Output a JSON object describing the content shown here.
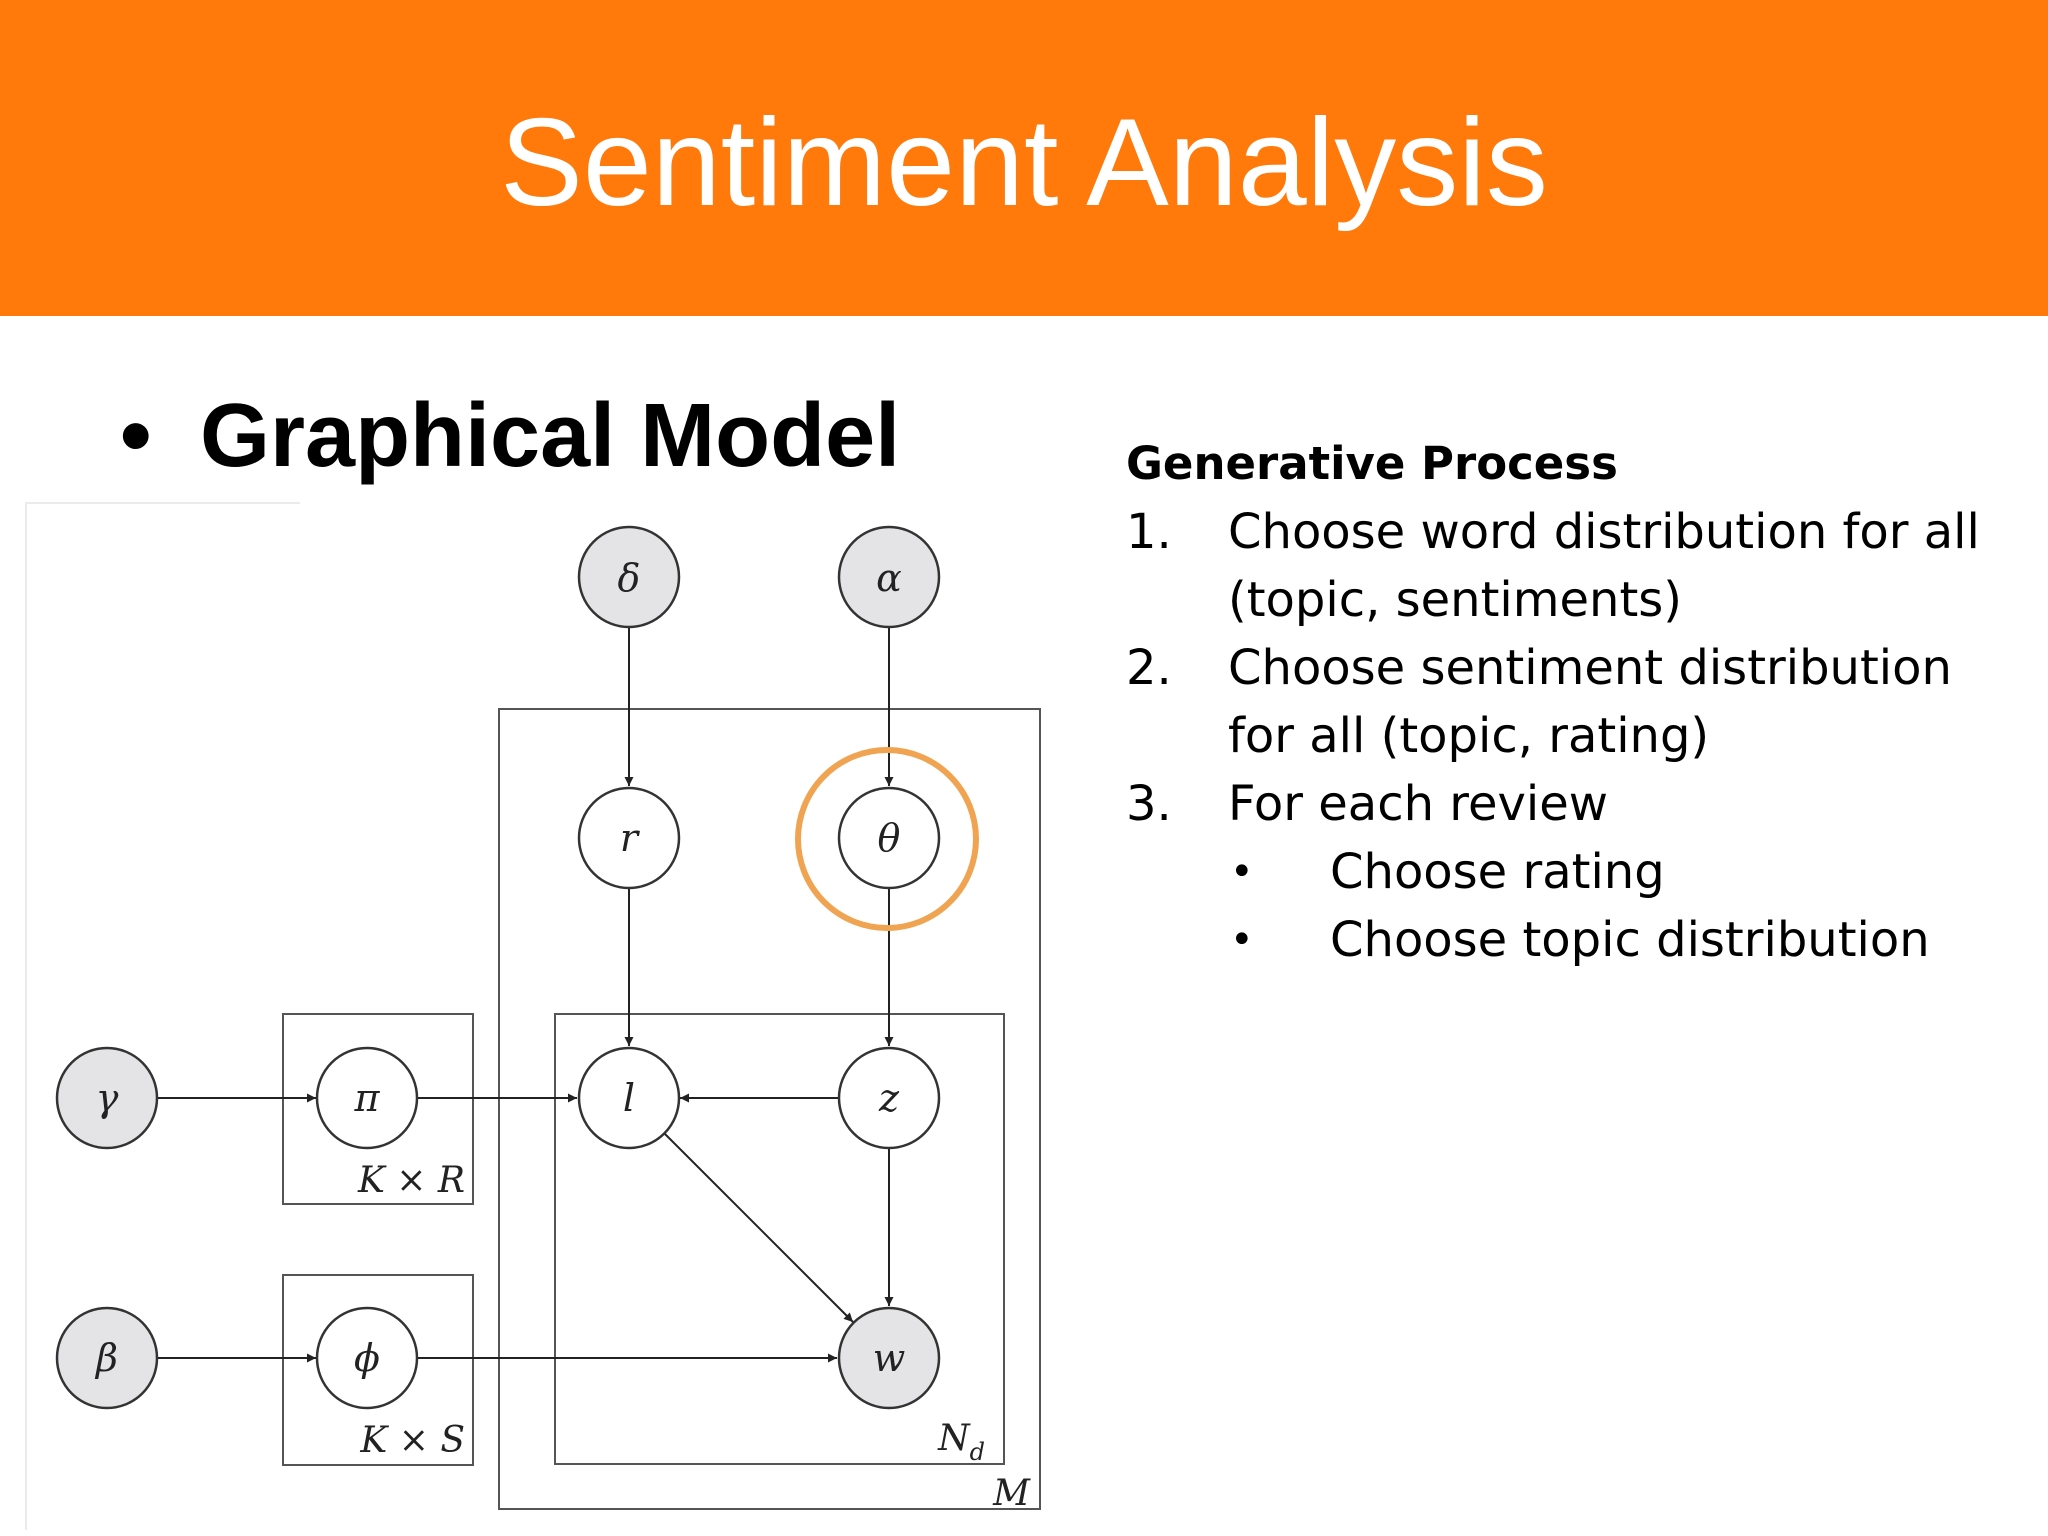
{
  "slide": {
    "title": "Sentiment Analysis",
    "bullet_heading": "Graphical Model",
    "bullet_symbol": "•"
  },
  "diagram": {
    "nodes": [
      {
        "id": "delta",
        "label": "δ",
        "observed": true
      },
      {
        "id": "alpha",
        "label": "α",
        "observed": true
      },
      {
        "id": "r",
        "label": "r",
        "observed": false
      },
      {
        "id": "theta",
        "label": "θ",
        "observed": false,
        "highlighted": true
      },
      {
        "id": "gamma",
        "label": "γ",
        "observed": true
      },
      {
        "id": "pi",
        "label": "π",
        "observed": false
      },
      {
        "id": "l",
        "label": "l",
        "observed": false
      },
      {
        "id": "z",
        "label": "z",
        "observed": false
      },
      {
        "id": "beta",
        "label": "β",
        "observed": true
      },
      {
        "id": "phi",
        "label": "ϕ",
        "observed": false
      },
      {
        "id": "w",
        "label": "w",
        "observed": true
      }
    ],
    "edges": [
      {
        "from": "delta",
        "to": "r"
      },
      {
        "from": "alpha",
        "to": "theta"
      },
      {
        "from": "r",
        "to": "l"
      },
      {
        "from": "theta",
        "to": "z"
      },
      {
        "from": "gamma",
        "to": "pi"
      },
      {
        "from": "pi",
        "to": "l"
      },
      {
        "from": "z",
        "to": "l"
      },
      {
        "from": "l",
        "to": "w"
      },
      {
        "from": "z",
        "to": "w"
      },
      {
        "from": "beta",
        "to": "phi"
      },
      {
        "from": "phi",
        "to": "w"
      }
    ],
    "plates": [
      {
        "id": "plate-kr",
        "label": "K × R"
      },
      {
        "id": "plate-ks",
        "label": "K × S"
      },
      {
        "id": "plate-nd",
        "label": "N",
        "subscript": "d"
      },
      {
        "id": "plate-m",
        "label": "M"
      }
    ],
    "colors": {
      "observed_fill": "#E4E4E6",
      "latent_fill": "#FFFFFF",
      "highlight_ring": "#F0A452",
      "stroke": "#333333"
    }
  },
  "generative_process": {
    "title": "Generative Process",
    "steps": [
      {
        "number": "1.",
        "text": "Choose word distribution for all (topic, sentiments)"
      },
      {
        "number": "2.",
        "text": "Choose sentiment distribution for all (topic, rating)"
      },
      {
        "number": "3.",
        "text": "For each review"
      }
    ],
    "sub_steps": [
      {
        "bullet": "•",
        "text": "Choose rating"
      },
      {
        "bullet": "•",
        "text": "Choose topic distribution"
      }
    ]
  },
  "colors": {
    "header_bg": "#FF7A0B",
    "header_text": "#FFFFFF"
  }
}
